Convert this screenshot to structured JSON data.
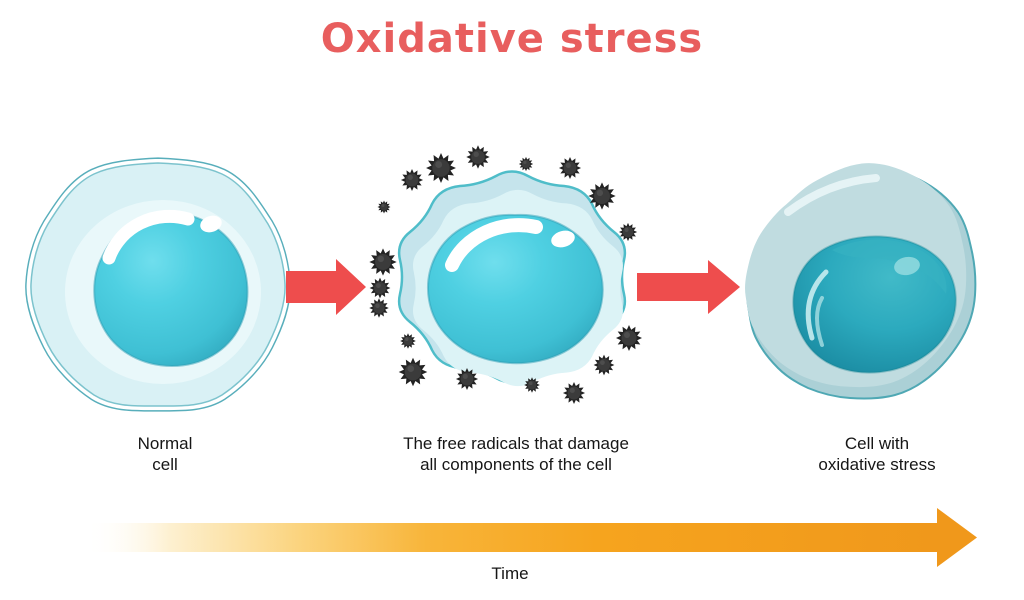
{
  "title": "Oxidative stress",
  "stages": [
    {
      "name": "normal-cell",
      "label_line1": "Normal",
      "label_line2": "cell"
    },
    {
      "name": "cell-attacked-by-free-radicals",
      "label_line1": "The free radicals that damage",
      "label_line2": "all components of the cell",
      "free_radical_count": 18
    },
    {
      "name": "cell-with-oxidative-stress",
      "label_line1": "Cell with",
      "label_line2": "oxidative stress"
    }
  ],
  "timeline": {
    "label": "Time"
  },
  "colors": {
    "title_text": "#e85e5e",
    "label_text": "#161616",
    "stage_arrow": "#ee4d4d",
    "time_arrow": "#f6a41e",
    "free_radical": "#2a2a2a",
    "normal_cytoplasm": "#d9f1f5",
    "normal_nucleus": "#4cccdf",
    "damaged_cytoplasm": "#d6eff3",
    "stressed_cytoplasm": "#bcdade",
    "stressed_nucleus": "#2aa5ba"
  }
}
